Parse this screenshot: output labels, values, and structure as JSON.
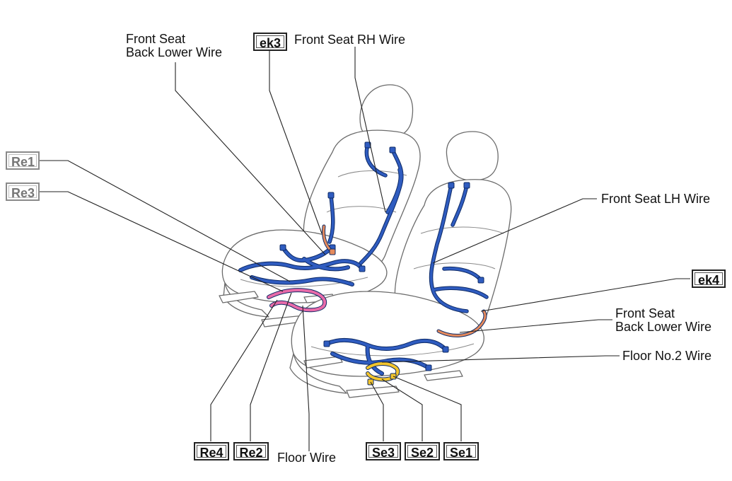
{
  "colors": {
    "harness": "#2f5cc0",
    "harness_outline": "#0d2a66",
    "floor_wire": "#e86aa8",
    "back_lower_wire": "#e58a5c",
    "floor_no2_wire": "#f2c42c",
    "seat_line": "#6b6b6b",
    "leader_line": "#222222"
  },
  "labels": {
    "front_seat_back_lower_wire_top": [
      "Front Seat",
      "Back Lower Wire"
    ],
    "front_seat_rh_wire": "Front Seat RH Wire",
    "front_seat_lh_wire": "Front Seat LH Wire",
    "front_seat_back_lower_wire_right": [
      "Front Seat",
      "Back Lower Wire"
    ],
    "floor_no2_wire": "Floor No.2 Wire",
    "floor_wire": "Floor Wire"
  },
  "connectors": {
    "ek3": "ek3",
    "ek4": "ek4",
    "re1": "Re1",
    "re3": "Re3",
    "re4": "Re4",
    "re2": "Re2",
    "se3": "Se3",
    "se2": "Se2",
    "se1": "Se1"
  }
}
